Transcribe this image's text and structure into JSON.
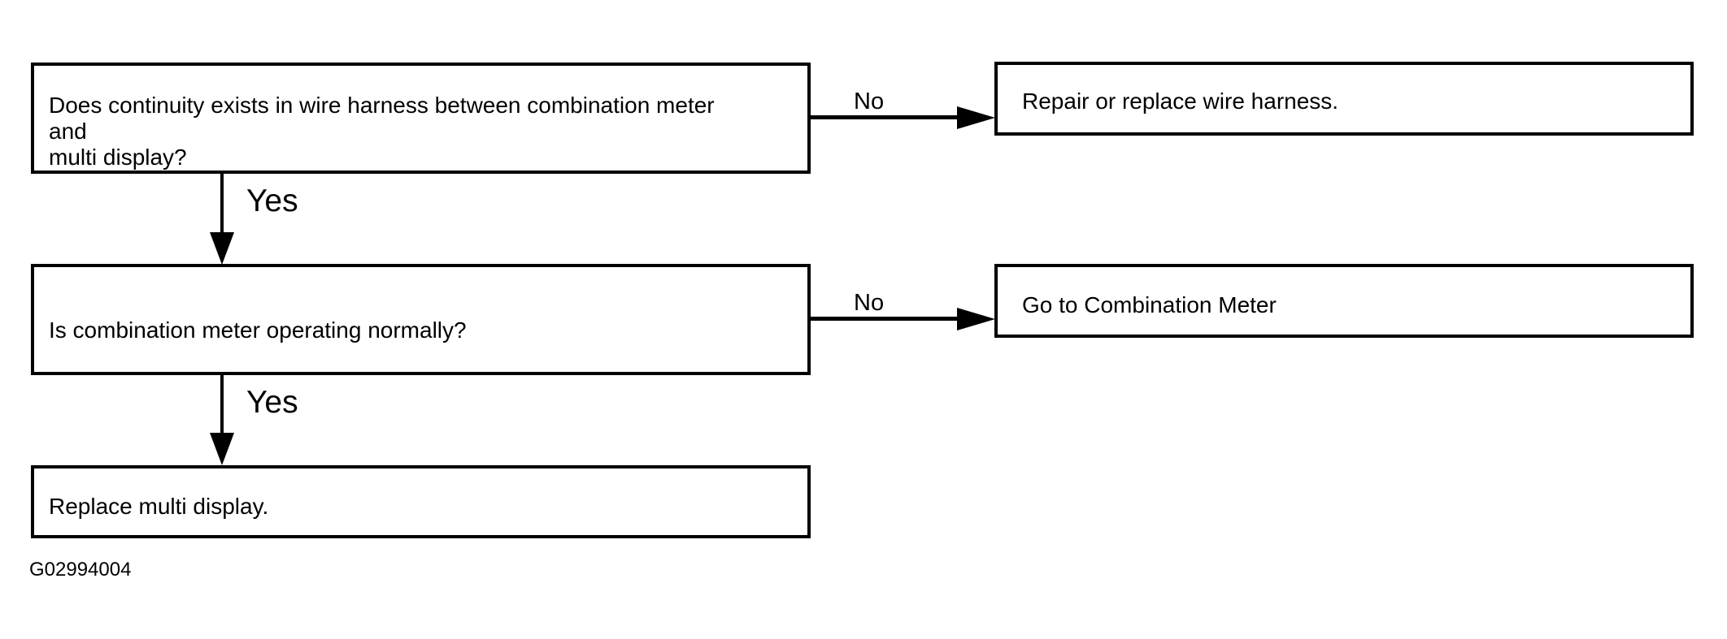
{
  "diagram": {
    "type": "troubleshooting-flowchart",
    "figure_id": "G02994004",
    "colors": {
      "line": "#000000",
      "background": "#ffffff",
      "text": "#000000"
    },
    "boxes": {
      "q1": {
        "text": "Does continuity exists in wire harness between combination meter\nand\nmulti display?"
      },
      "r1": {
        "text": "Repair or replace wire harness."
      },
      "q2": {
        "text": "Is combination meter operating normally?"
      },
      "r2": {
        "text": "Go to Combination Meter"
      },
      "a3": {
        "text": "Replace multi display."
      }
    },
    "labels": {
      "no1": "No",
      "yes1": "Yes",
      "no2": "No",
      "yes2": "Yes"
    },
    "edges": [
      {
        "from": "q1",
        "to": "r1",
        "label": "No",
        "direction": "right"
      },
      {
        "from": "q1",
        "to": "q2",
        "label": "Yes",
        "direction": "down"
      },
      {
        "from": "q2",
        "to": "r2",
        "label": "No",
        "direction": "right"
      },
      {
        "from": "q2",
        "to": "a3",
        "label": "Yes",
        "direction": "down"
      }
    ]
  }
}
